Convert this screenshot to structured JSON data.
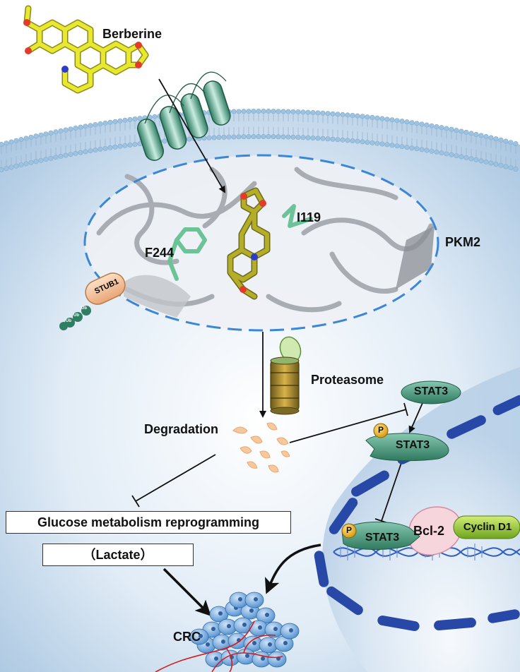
{
  "labels": {
    "berberine": "Berberine",
    "i119": "I119",
    "f244": "F244",
    "pkm2": "PKM2",
    "stub1": "STUB1",
    "ub": "Ub",
    "proteasome": "Proteasome",
    "degradation": "Degradation",
    "stat3_top": "STAT3",
    "stat3_phospho": "STAT3",
    "stat3_dna": "STAT3",
    "phospho": "P",
    "bcl2": "Bcl-2",
    "cyclin_d1": "Cyclin D1",
    "glucose": "Glucose metabolism reprogramming",
    "lactate": "（Lactate）",
    "crc": "CRC"
  },
  "colors": {
    "membrane": "#9ec3e0",
    "receptor": "#5aa588",
    "berberine_carbon": "#e8e833",
    "oxygen": "#e23b2b",
    "nitrogen": "#2a3cc8",
    "stat3": "#4f9a82",
    "bcl2": "#f6d6dc",
    "cyclin": "#9ccc3a",
    "dna_dash": "#2748a6",
    "degradation": "#f7c89a",
    "tumor": "#7fb2e0",
    "vessel": "#d11e1e"
  }
}
